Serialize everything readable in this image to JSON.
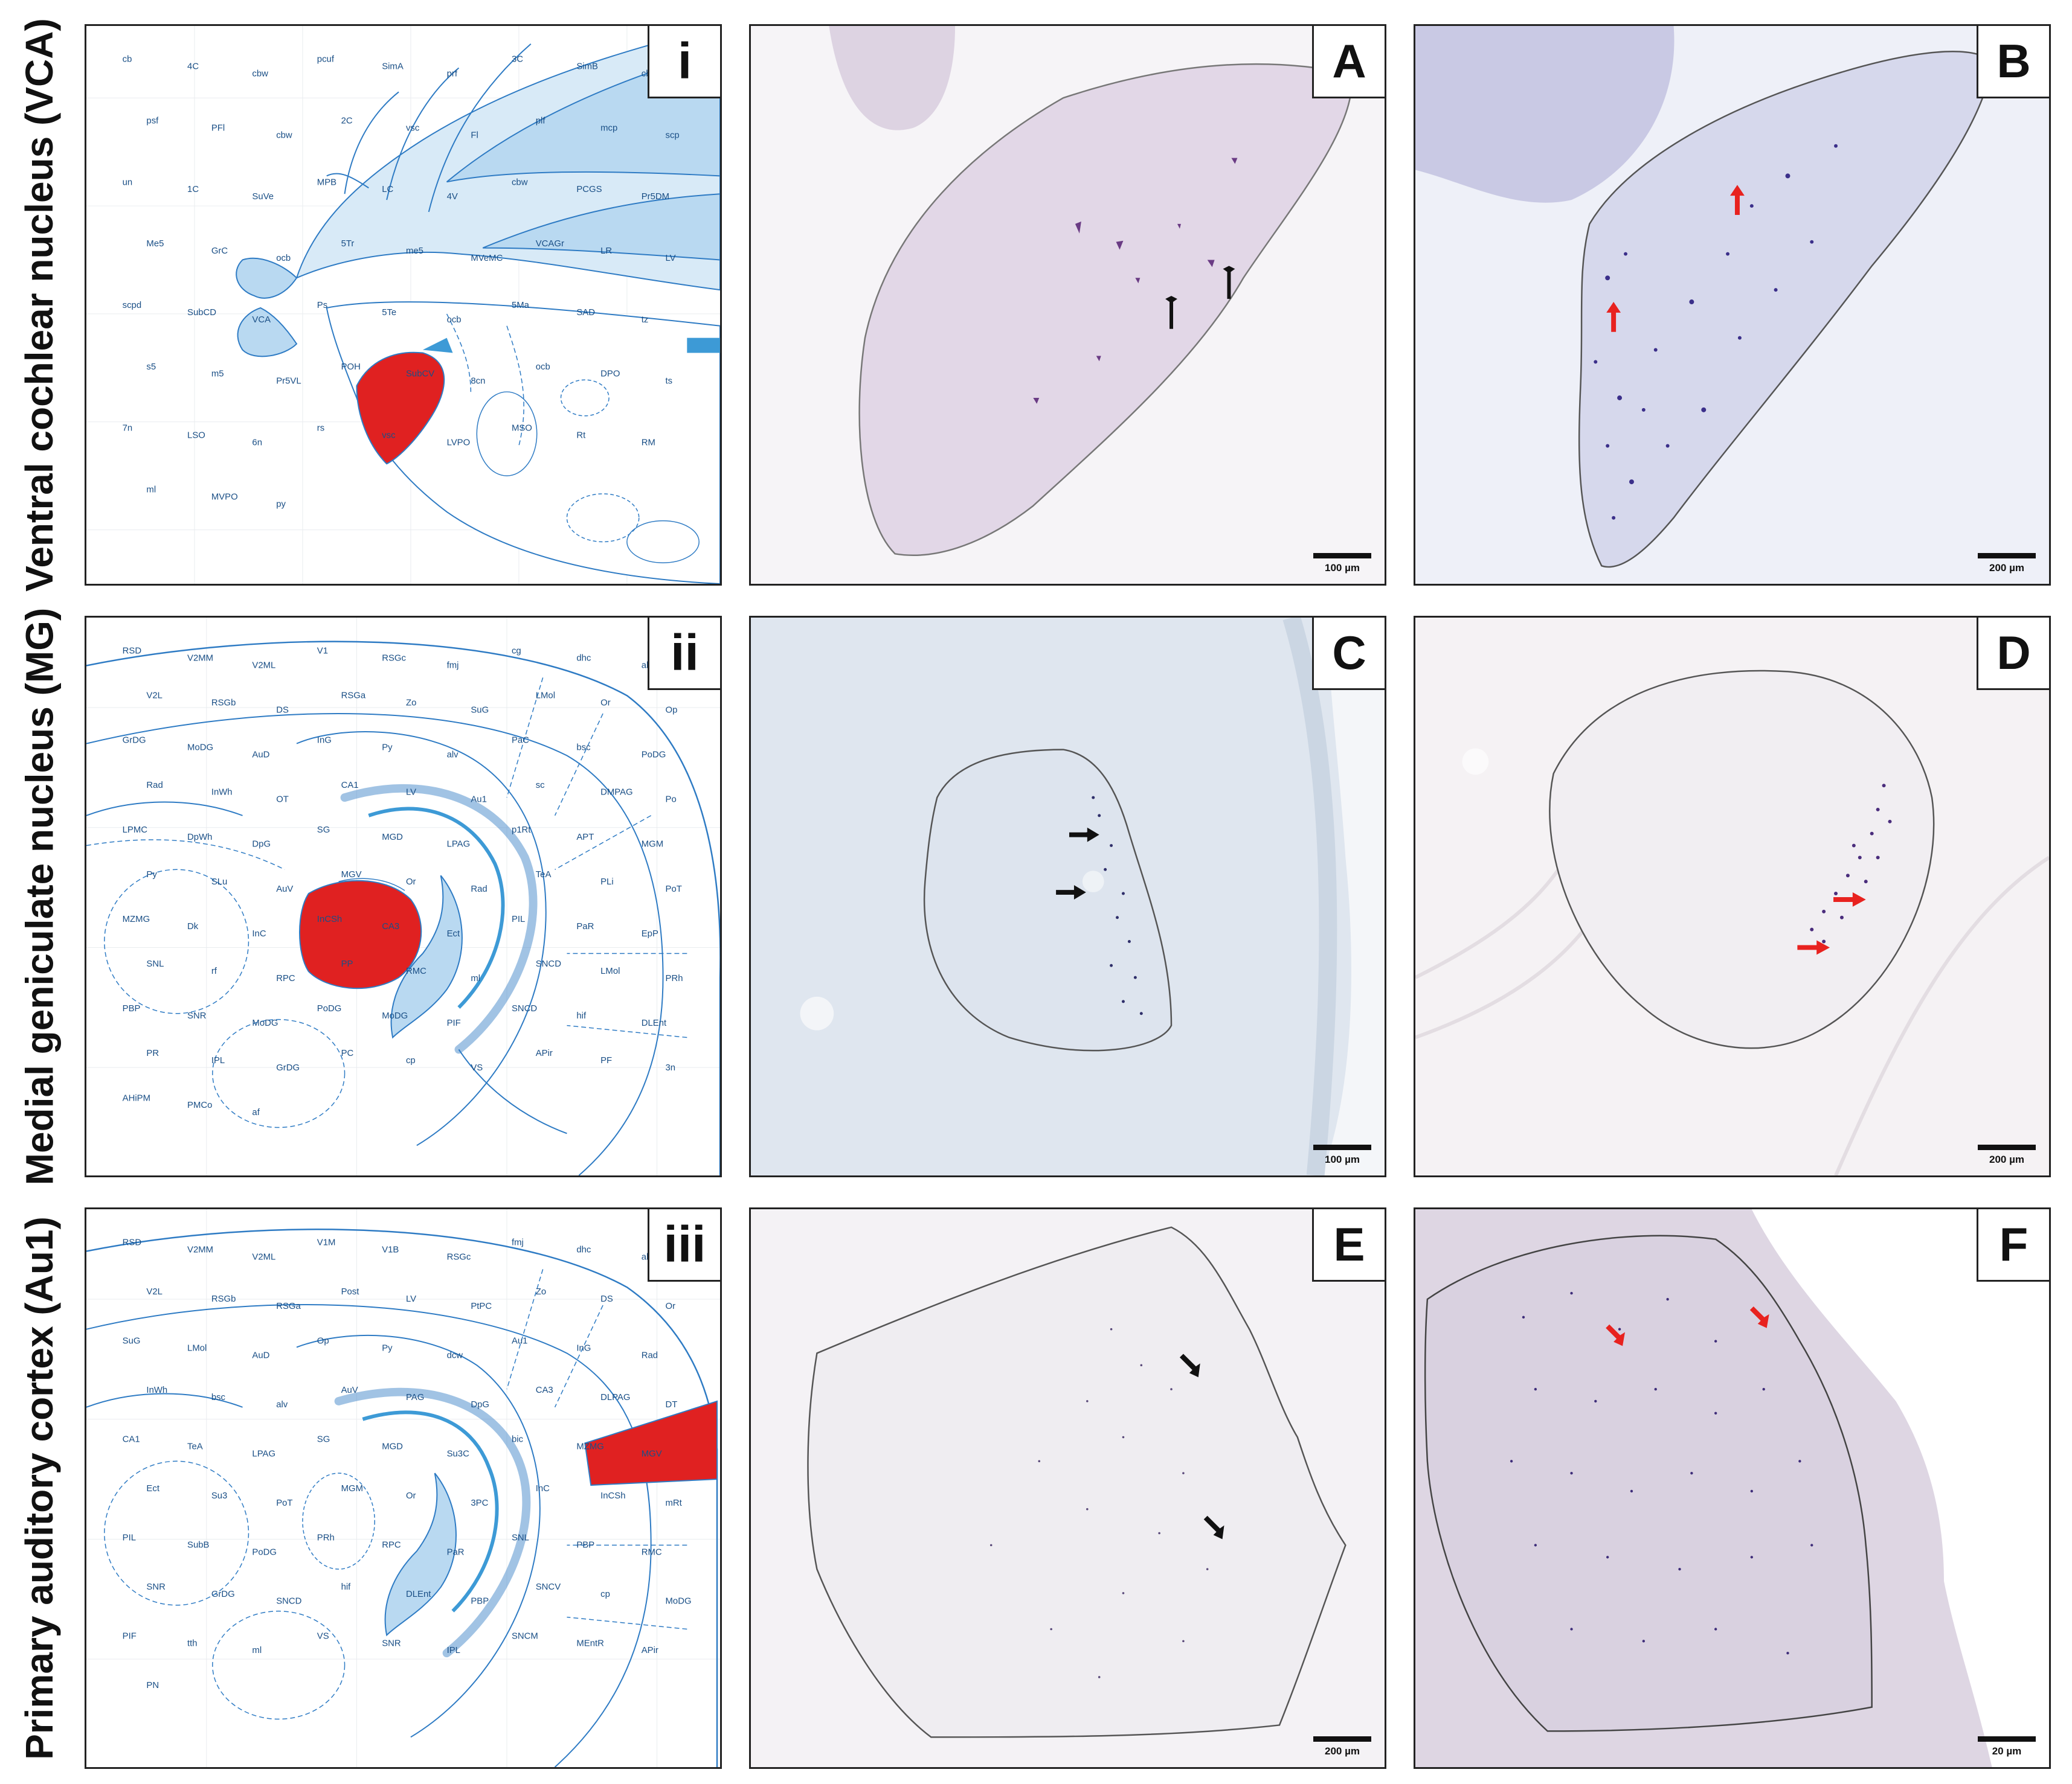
{
  "rows": [
    {
      "label": "Ventral cochlear nucleus (VCA)"
    },
    {
      "label": "Medial geniculate nucleus (MG)"
    },
    {
      "label": "Primary auditory cortex (Au1)"
    }
  ],
  "atlas": [
    {
      "numeral": "i",
      "highlight": "#e02121",
      "labels": [
        "cb",
        "4C",
        "cbw",
        "pcuf",
        "SimA",
        "prf",
        "3C",
        "SimB",
        "cbw",
        "psf",
        "PFl",
        "cbw",
        "2C",
        "vsc",
        "Fl",
        "plf",
        "mcp",
        "scp",
        "un",
        "1C",
        "SuVe",
        "MPB",
        "LC",
        "4V",
        "cbw",
        "PCGS",
        "Pr5DM",
        "Me5",
        "GrC",
        "ocb",
        "5Tr",
        "me5",
        "MVeMC",
        "VCAGr",
        "LR",
        "LV",
        "scpd",
        "SubCD",
        "VCA",
        "Ps",
        "5Te",
        "ocb",
        "5Ma",
        "SAD",
        "tz",
        "s5",
        "m5",
        "Pr5VL",
        "POH",
        "SubCV",
        "8cn",
        "ocb",
        "DPO",
        "ts",
        "7n",
        "LSO",
        "6n",
        "rs",
        "vsc",
        "LVPO",
        "MSO",
        "Rt",
        "RM",
        "ml",
        "MVPO",
        "py"
      ]
    },
    {
      "numeral": "ii",
      "highlight": "#e02121",
      "labels": [
        "RSD",
        "V2MM",
        "V2ML",
        "V1",
        "RSGc",
        "fmj",
        "cg",
        "dhc",
        "alv",
        "V2L",
        "RSGb",
        "DS",
        "RSGa",
        "Zo",
        "SuG",
        "LMol",
        "Or",
        "Op",
        "GrDG",
        "MoDG",
        "AuD",
        "InG",
        "Py",
        "alv",
        "PaC",
        "bsc",
        "PoDG",
        "Rad",
        "InWh",
        "OT",
        "CA1",
        "LV",
        "Au1",
        "sc",
        "DMPAG",
        "Po",
        "LPMC",
        "DpWh",
        "DpG",
        "SG",
        "MGD",
        "LPAG",
        "p1Rt",
        "APT",
        "MGM",
        "Py",
        "SLu",
        "AuV",
        "MGV",
        "Or",
        "Rad",
        "TeA",
        "PLi",
        "PoT",
        "MZMG",
        "Dk",
        "InC",
        "InCSh",
        "CA3",
        "Ect",
        "PIL",
        "PaR",
        "EpP",
        "SNL",
        "rf",
        "RPC",
        "PP",
        "RMC",
        "ml",
        "SNCD",
        "LMol",
        "PRh",
        "PBP",
        "SNR",
        "MoDG",
        "PoDG",
        "MoDG",
        "PIF",
        "SNCD",
        "hif",
        "DLEnt",
        "PR",
        "IPL",
        "GrDG",
        "PC",
        "cp",
        "VS",
        "APir",
        "PF",
        "3n",
        "AHiPM",
        "PMCo",
        "af"
      ]
    },
    {
      "numeral": "iii",
      "highlight": "#e02121",
      "labels": [
        "RSD",
        "V2MM",
        "V2ML",
        "V1M",
        "V1B",
        "RSGc",
        "fmj",
        "dhc",
        "alv",
        "V2L",
        "RSGb",
        "RSGa",
        "Post",
        "LV",
        "PtPC",
        "Zo",
        "DS",
        "Or",
        "SuG",
        "LMol",
        "AuD",
        "Op",
        "Py",
        "dcw",
        "Au1",
        "InG",
        "Rad",
        "InWh",
        "bsc",
        "alv",
        "AuV",
        "PAG",
        "DpG",
        "CA3",
        "DLPAG",
        "DT",
        "CA1",
        "TeA",
        "LPAG",
        "SG",
        "MGD",
        "Su3C",
        "bic",
        "MZMG",
        "MGV",
        "Ect",
        "Su3",
        "PoT",
        "MGM",
        "Or",
        "3PC",
        "InC",
        "InCSh",
        "mRt",
        "PIL",
        "SubB",
        "PoDG",
        "PRh",
        "RPC",
        "PaR",
        "SNL",
        "PBP",
        "RMC",
        "SNR",
        "GrDG",
        "SNCD",
        "hif",
        "DLEnt",
        "PBP",
        "SNCV",
        "cp",
        "MoDG",
        "PIF",
        "tth",
        "ml",
        "VS",
        "SNR",
        "IPL",
        "SNCM",
        "MEntR",
        "APir",
        "PN"
      ]
    }
  ],
  "micro": [
    {
      "letter": "A",
      "scale": "100 µm"
    },
    {
      "letter": "B",
      "scale": "200 µm"
    },
    {
      "letter": "C",
      "scale": "100 µm"
    },
    {
      "letter": "D",
      "scale": "200 µm"
    },
    {
      "letter": "E",
      "scale": "200 µm"
    },
    {
      "letter": "F",
      "scale": "20 µm"
    }
  ],
  "colors": {
    "black_arrow": "#111111",
    "red_arrow": "#e8221f",
    "atlas_line": "#2e7bc4",
    "atlas_fill": "#b9d9f1",
    "atlas_dark": "#3d9ad6"
  }
}
